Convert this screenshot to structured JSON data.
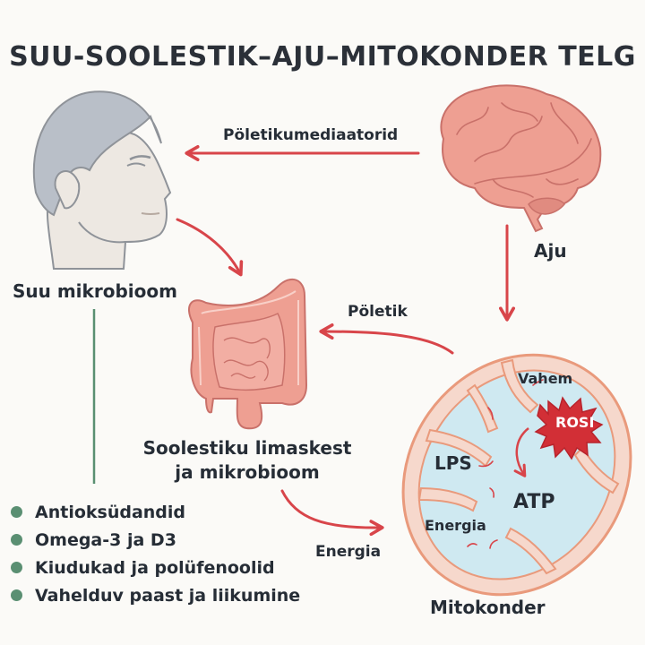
{
  "title": "SUU-SOOLESTIK–AJU–MITOKONDER TELG",
  "nodes": {
    "mouth": {
      "label": "Suu mikrobioom",
      "icon": "human-head-profile"
    },
    "brain": {
      "label": "Aju",
      "icon": "brain"
    },
    "gut": {
      "label_line1": "Soolestiku limaskest",
      "label_line2": "ja mikrobioom",
      "icon": "intestines"
    },
    "mito": {
      "label": "Mitokonder",
      "icon": "mitochondrion"
    }
  },
  "arrows": {
    "brain_to_mouth": "Pöletikumediaatorid",
    "mito_to_gut": "Pöletik",
    "gut_to_mito": "Energia"
  },
  "mito_inner": {
    "vahem": "Vahem",
    "rosi": "ROSI",
    "lps": "LPS",
    "atp": "ATP",
    "energia": "Energia"
  },
  "interventions": [
    "Antioksüdandid",
    "Omega-3 ja D3",
    "Kiudukad ja polüfenoolid",
    "Vahelduv paast ja liikumine"
  ],
  "colors": {
    "arrow": "#d8454a",
    "bullet": "#5a8f72",
    "divider": "#5a8f72",
    "organ": "#ec9a8c",
    "mito_matrix": "#cfe9f1",
    "rosi": "#d22f36"
  }
}
